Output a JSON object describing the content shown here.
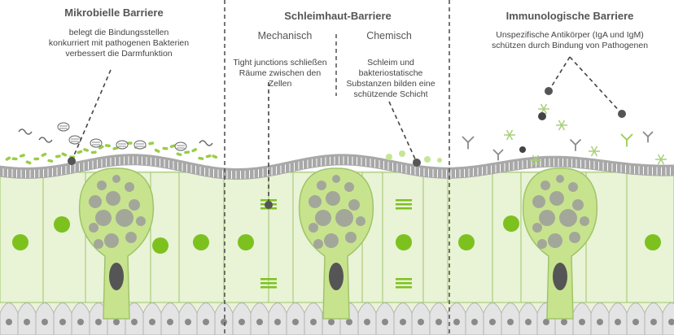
{
  "panels": [
    {
      "title": "Mikrobielle Barriere",
      "caption_lines": [
        "belegt die Bindungsstellen",
        "konkurriert mit pathogenen Bakterien",
        "verbessert die Darmfunktion"
      ]
    },
    {
      "title": "Schleimhaut-Barriere",
      "subsections": [
        {
          "heading": "Mechanisch",
          "caption_lines": [
            "Tight junctions schließen",
            "Räume zwischen den Zellen"
          ]
        },
        {
          "heading": "Chemisch",
          "caption_lines": [
            "Schleim und",
            "bakteriostatische",
            "Substanzen bilden eine",
            "schützende Schicht"
          ]
        }
      ]
    },
    {
      "title": "Immunologische Barriere",
      "caption_lines": [
        "Unspezifische Antikörper (IgA und IgM)",
        "schützen durch Bindung von Pathogenen"
      ]
    }
  ],
  "colors": {
    "cell_fill": "#e9f3d6",
    "cell_stroke": "#9fc46a",
    "goblet_fill": "#c8e38e",
    "nucleus": "#7dc11f",
    "mucus": "#a6a6a6",
    "granule": "#9c9c9c",
    "text": "#444444"
  }
}
